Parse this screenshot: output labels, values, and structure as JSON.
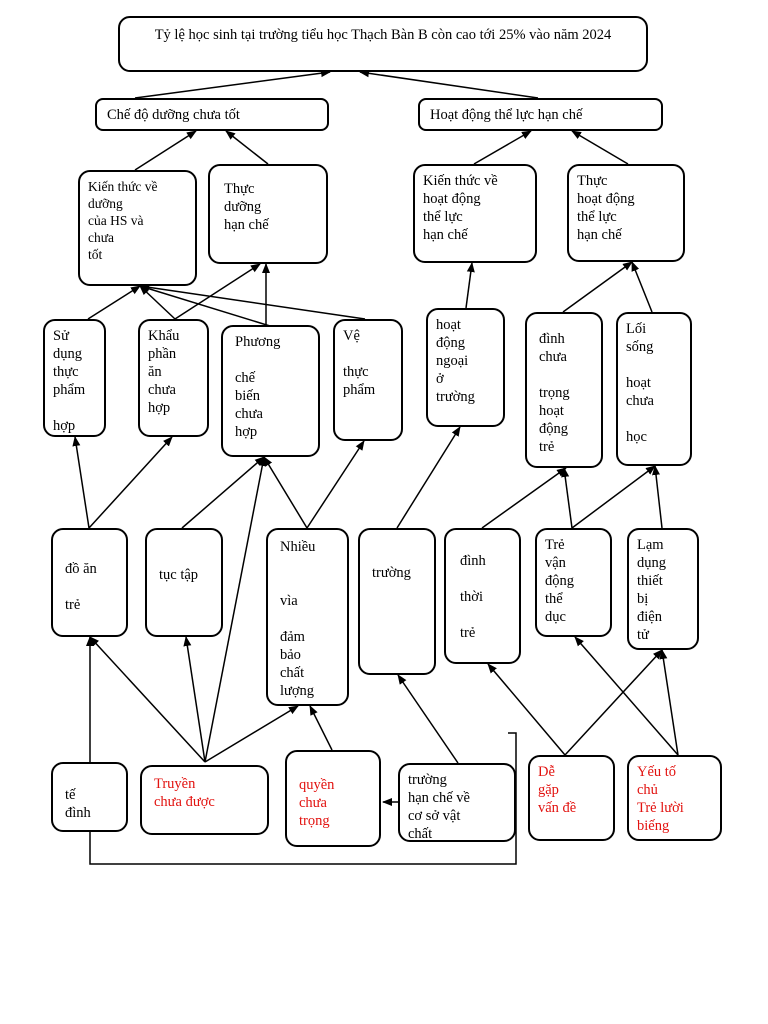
{
  "nodes": {
    "title": "Tỷ lệ học sinh tại trường tiểu học Thạch Bàn B còn cao tới 25% vào năm 2024",
    "nutrition": "Chế độ          dưỡng chưa tốt",
    "physical": "Hoạt động thể lực       hạn chế",
    "knowledge_nutrition": "Kiến thức về\n           dưỡng\ncủa HS và\n           chưa\ntốt",
    "practice_nutrition": "Thực\n      dưỡng\n      hạn chế",
    "knowledge_physical": "Kiến thức về\nhoạt động\nthể lực\nhạn chế",
    "practice_physical": "Thực\nhoạt động\nthể lực\nhạn chế",
    "food_use": "Sử\ndụng\nthực\nphẩm\n\nhợp",
    "portion": "Khẩu\nphần\năn\nchưa\nhợp",
    "cooking": "Phương\n\nchế\nbiến\nchưa\n       hợp",
    "hygiene": "Vệ\n\nthực\nphẩm",
    "outdoor": "   hoạt\nđộng\nngoại\n       ở\ntrường",
    "family_focus": "đình\nchưa\n\ntrọng\nhoạt\nđộng\n          trẻ",
    "lifestyle": "Lối\nsống\n\nhoạt\nchưa\n\nhọc",
    "child_food": "\nđồ ăn\n\n           trẻ",
    "habit": "\ntục tập",
    "many": "Nhiều\n\n\nvìa\n\nđảm\nbảo\nchất\nlượng",
    "school": "\ntrường",
    "family_time": "\nđình\n\nthời\n\n          trẻ",
    "kids_exercise": "Trẻ\nvận\nđộng\nthể\ndục",
    "device_abuse": "Lạm\ndụng\nthiết\nbị\nđiện\ntử",
    "economy": "\ntế\nđình",
    "communication": "Truyền\nchưa được",
    "authority": "\nquyền\nchưa\ntrọng",
    "facilities": "        trường\nhạn chế về\ncơ sở vật\nchất",
    "easy_problem": "Dễ\ngặp\nvấn đề",
    "subjective": "Yếu tố\nchủ\nTrẻ lười\nbiếng"
  }
}
